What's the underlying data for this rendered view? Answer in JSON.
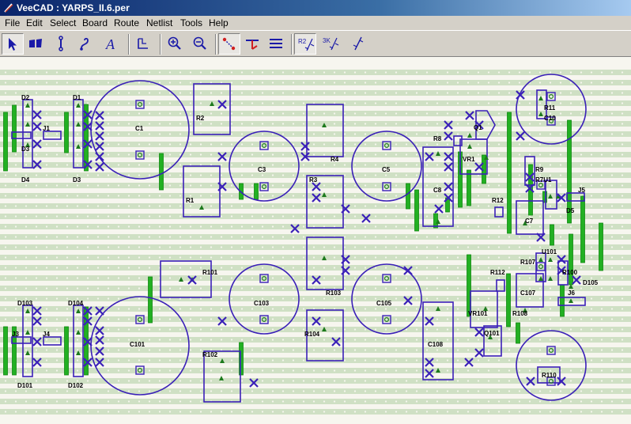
{
  "window": {
    "title": "VeeCAD : YARPS_II.6.per"
  },
  "menu": {
    "items": [
      "File",
      "Edit",
      "Select",
      "Board",
      "Route",
      "Netlist",
      "Tools",
      "Help"
    ]
  },
  "toolbar": {
    "buttons": [
      {
        "name": "select-tool",
        "icon": "arrow-pointer-icon",
        "pressed": true
      },
      {
        "name": "break-tool",
        "icon": "strip-break-icon",
        "pressed": false
      },
      {
        "name": "link-tool",
        "icon": "wire-link-icon",
        "pressed": false
      },
      {
        "name": "wire-tool",
        "icon": "loose-wire-icon",
        "pressed": false
      },
      {
        "name": "text-tool",
        "icon": "text-tool-icon",
        "pressed": false
      },
      {
        "name": "board-tool",
        "icon": "board-outline-icon",
        "pressed": false
      },
      {
        "name": "zoom-in",
        "icon": "zoom-in-icon",
        "pressed": false
      },
      {
        "name": "zoom-out",
        "icon": "zoom-out-icon",
        "pressed": false
      },
      {
        "name": "ratsnest-view",
        "icon": "ratsnest-icon",
        "pressed": true
      },
      {
        "name": "connectivity-view",
        "icon": "connectivity-icon",
        "pressed": false
      },
      {
        "name": "strips-view",
        "icon": "strips-icon",
        "pressed": false
      },
      {
        "name": "designator-view",
        "icon": "designator-icon",
        "pressed": true
      },
      {
        "name": "value-view",
        "icon": "value-icon",
        "pressed": false
      },
      {
        "name": "no-label-view",
        "icon": "no-label-icon",
        "pressed": false
      }
    ],
    "labels": {
      "designator": "R2",
      "value": "3K"
    }
  },
  "colors": {
    "strip": "#cfe0c4",
    "outline": "#3a20b8",
    "pin": "#1d7a1d",
    "link": "#22b022",
    "break": "#3a20b8"
  },
  "board": {
    "components": [
      {
        "id": "D2",
        "label": "D2"
      },
      {
        "id": "D1",
        "label": "D1"
      },
      {
        "id": "J1",
        "label": "J1"
      },
      {
        "id": "D3_top",
        "label": "D3"
      },
      {
        "id": "D4",
        "label": "D4"
      },
      {
        "id": "D3",
        "label": "D3"
      },
      {
        "id": "C1",
        "label": "C1"
      },
      {
        "id": "R2",
        "label": "R2"
      },
      {
        "id": "C3",
        "label": "C3"
      },
      {
        "id": "R1",
        "label": "R1"
      },
      {
        "id": "R4",
        "label": "R4"
      },
      {
        "id": "R3",
        "label": "R3"
      },
      {
        "id": "C5",
        "label": "C5"
      },
      {
        "id": "R8",
        "label": "R8"
      },
      {
        "id": "C8",
        "label": "C8"
      },
      {
        "id": "Q1",
        "label": "Q1"
      },
      {
        "id": "VR1",
        "label": "VR1"
      },
      {
        "id": "R11",
        "label": "R11"
      },
      {
        "id": "C10",
        "label": "C10"
      },
      {
        "id": "R9",
        "label": "R9"
      },
      {
        "id": "R7U1",
        "label": "R7U1"
      },
      {
        "id": "J5",
        "label": "J5"
      },
      {
        "id": "D5",
        "label": "D5"
      },
      {
        "id": "R12",
        "label": "R12"
      },
      {
        "id": "C7",
        "label": "C7"
      },
      {
        "id": "R101",
        "label": "R101"
      },
      {
        "id": "C103",
        "label": "C103"
      },
      {
        "id": "R103",
        "label": "R103"
      },
      {
        "id": "C105",
        "label": "C105"
      },
      {
        "id": "U101",
        "label": "U101"
      },
      {
        "id": "R107",
        "label": "R107"
      },
      {
        "id": "R100",
        "label": "R100"
      },
      {
        "id": "D105",
        "label": "D105"
      },
      {
        "id": "R112",
        "label": "R112"
      },
      {
        "id": "C107",
        "label": "C107"
      },
      {
        "id": "J6",
        "label": "J6"
      },
      {
        "id": "VR101",
        "label": "VR101"
      },
      {
        "id": "R108",
        "label": "R108"
      },
      {
        "id": "Q101",
        "label": "Q101"
      },
      {
        "id": "D103",
        "label": "D103"
      },
      {
        "id": "D104",
        "label": "D104"
      },
      {
        "id": "J3",
        "label": "J3"
      },
      {
        "id": "J4",
        "label": "J4"
      },
      {
        "id": "D101",
        "label": "D101"
      },
      {
        "id": "D102",
        "label": "D102"
      },
      {
        "id": "C101",
        "label": "C101"
      },
      {
        "id": "R104",
        "label": "R104"
      },
      {
        "id": "C108",
        "label": "C108"
      },
      {
        "id": "R102",
        "label": "R102"
      },
      {
        "id": "R110",
        "label": "R110"
      }
    ]
  }
}
